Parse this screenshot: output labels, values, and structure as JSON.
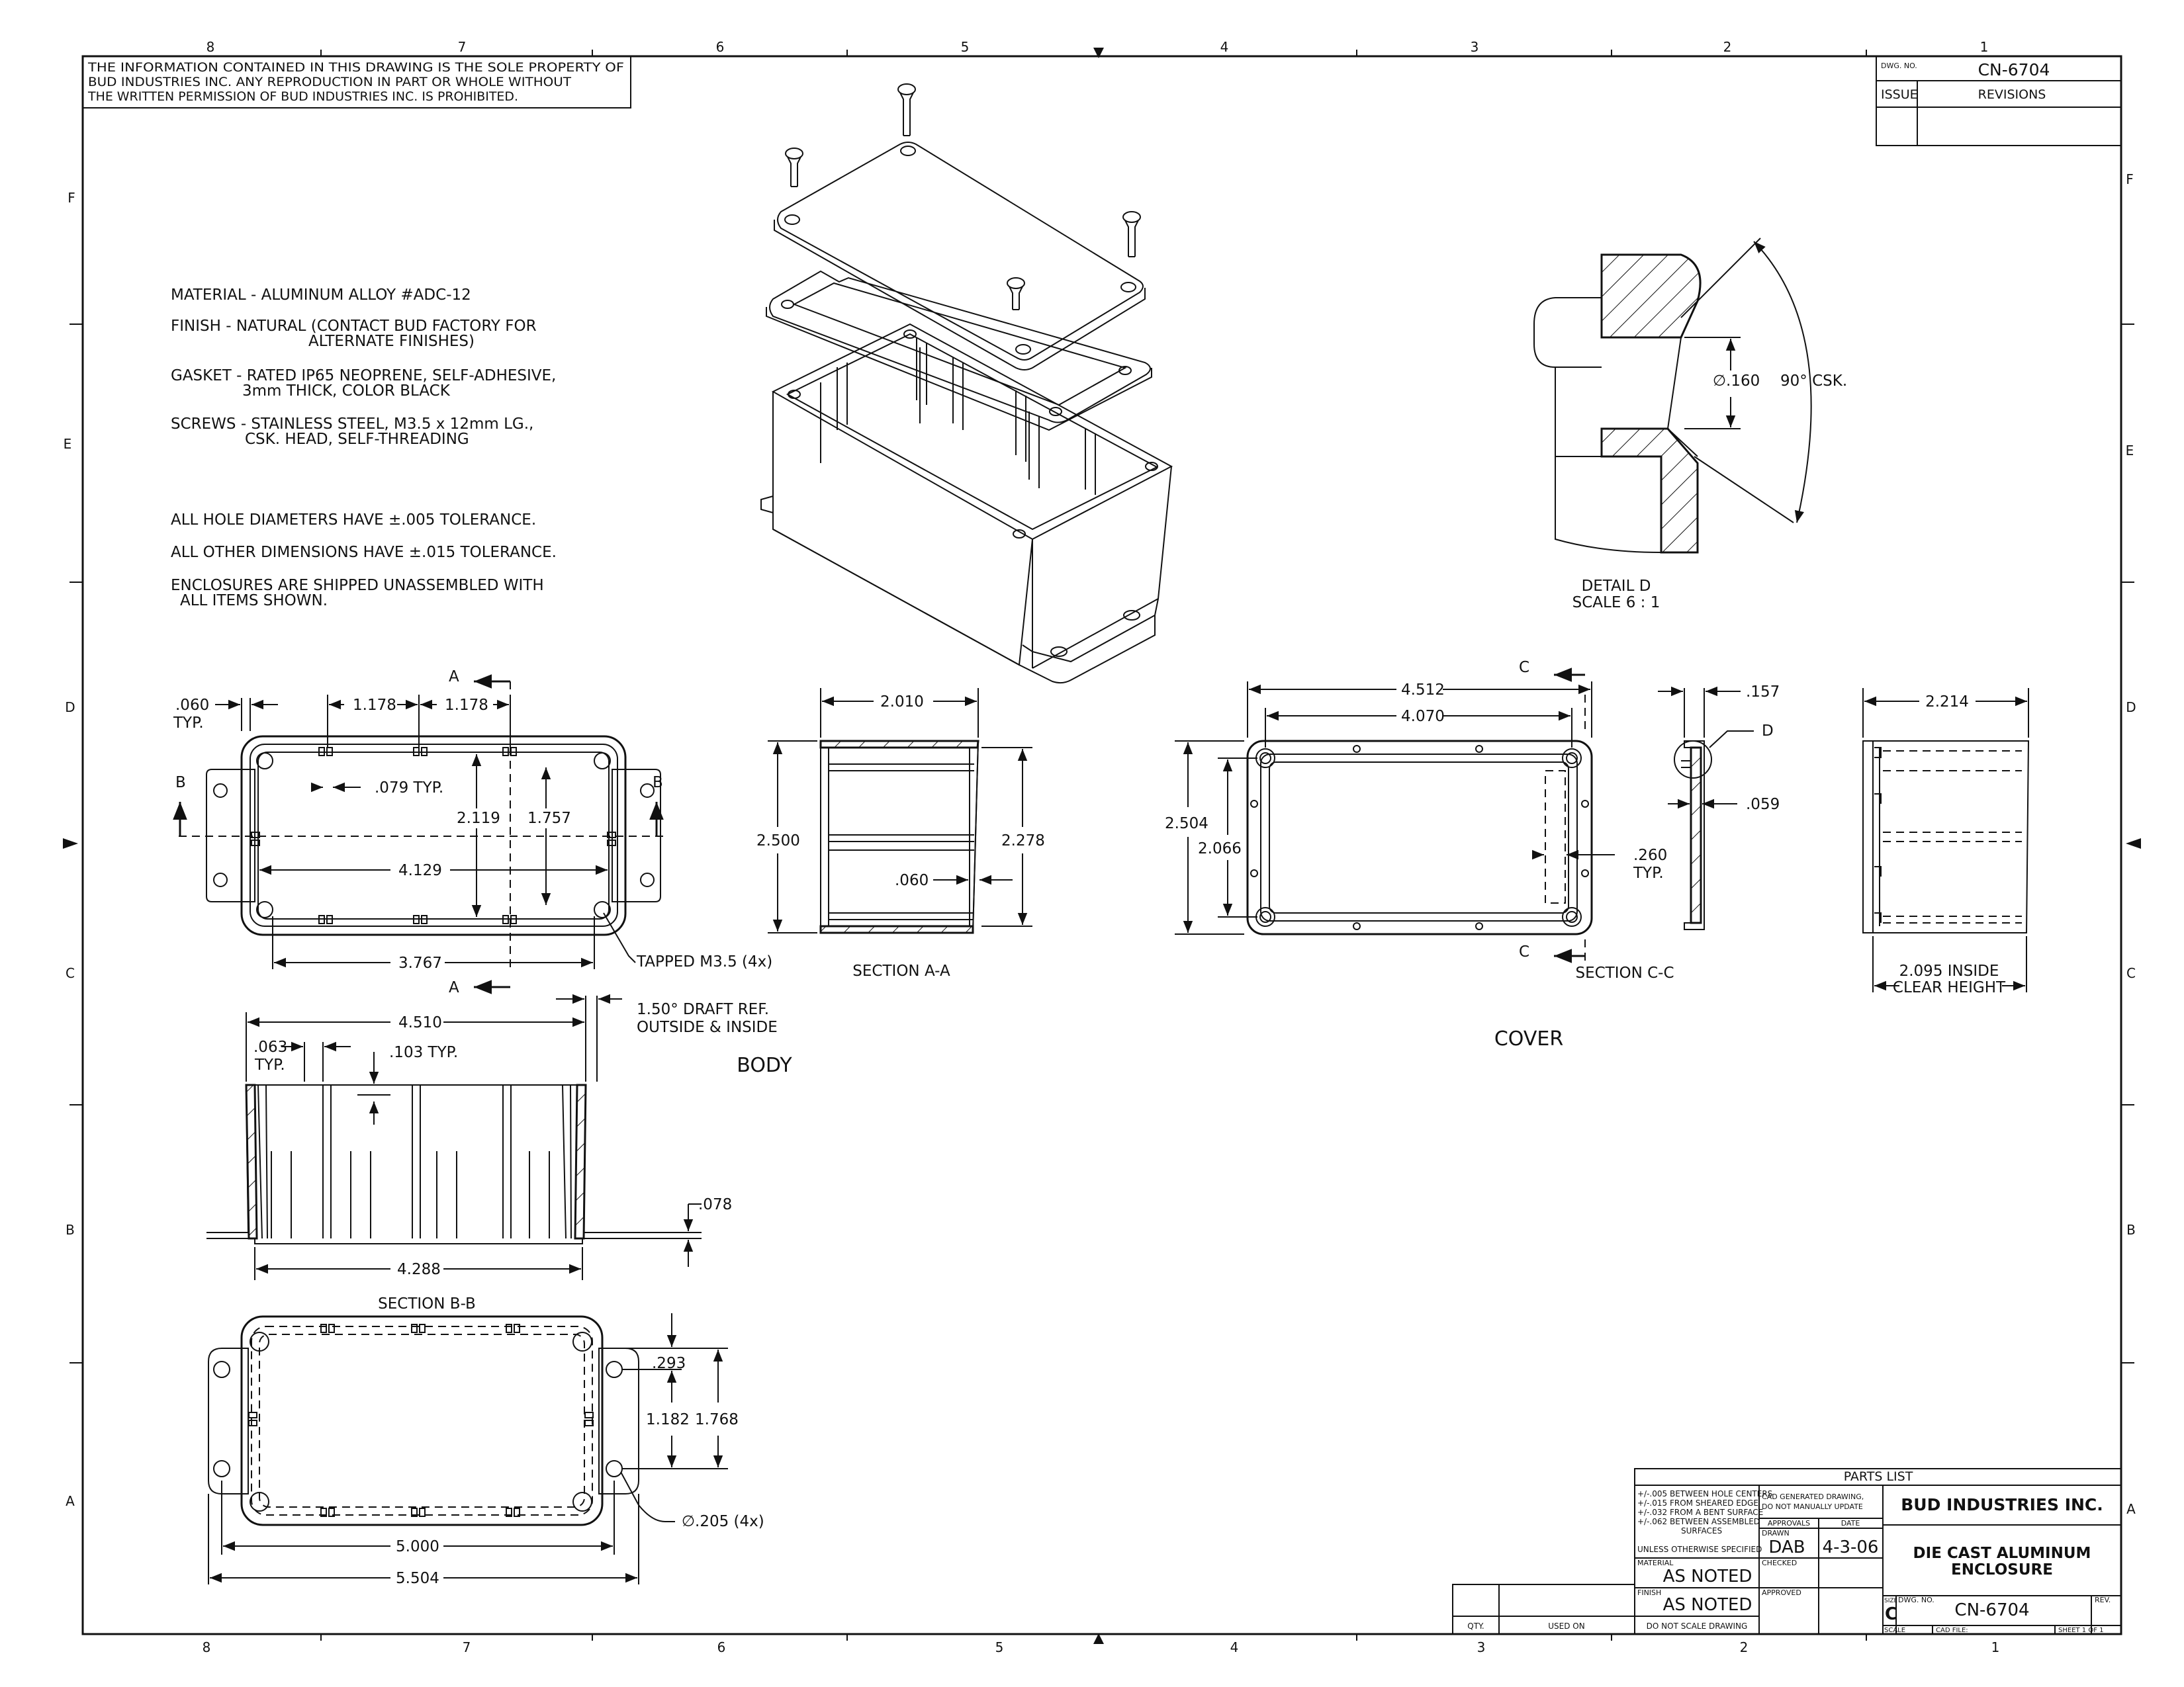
{
  "border": {
    "top_zones": [
      "8",
      "7",
      "6",
      "5",
      "4",
      "3",
      "2",
      "1"
    ],
    "bottom_zones": [
      "8",
      "7",
      "6",
      "5",
      "4",
      "3",
      "2",
      "1"
    ],
    "row_zones": [
      "F",
      "E",
      "D",
      "C",
      "B",
      "A"
    ]
  },
  "notice": {
    "lines": [
      "THE INFORMATION CONTAINED IN THIS DRAWING IS THE SOLE PROPERTY OF",
      "BUD INDUSTRIES INC. ANY REPRODUCTION IN PART OR WHOLE WITHOUT",
      "THE WRITTEN PERMISSION OF BUD INDUSTRIES INC. IS PROHIBITED."
    ]
  },
  "revision_block": {
    "dwg_label": "DWG. NO.",
    "dwg_no": "CN-6704",
    "issue_label": "ISSUE",
    "revisions_label": "REVISIONS"
  },
  "notes": {
    "material_1": "MATERIAL - ALUMINUM ALLOY #ADC-12",
    "finish_1": "FINISH - NATURAL  (CONTACT BUD FACTORY FOR",
    "finish_2": "ALTERNATE FINISHES)",
    "gasket_1": "GASKET - RATED IP65 NEOPRENE, SELF-ADHESIVE,",
    "gasket_2": "3mm THICK, COLOR BLACK",
    "screws_1": "SCREWS - STAINLESS STEEL, M3.5 x 12mm LG.,",
    "screws_2": "CSK. HEAD, SELF-THREADING",
    "tol_hole": "ALL HOLE DIAMETERS HAVE ±.005 TOLERANCE.",
    "tol_other": "ALL OTHER DIMENSIONS HAVE ±.015 TOLERANCE.",
    "shipped_1": "ENCLOSURES ARE SHIPPED UNASSEMBLED WITH",
    "shipped_2": "ALL ITEMS SHOWN."
  },
  "body_top_view": {
    "d_060": ".060",
    "d_typ": "TYP.",
    "d_1178a": "1.178",
    "d_1178b": "1.178",
    "d_079": ".079 TYP.",
    "d_2119": "2.119",
    "d_1757": "1.757",
    "d_4129": "4.129",
    "d_3767": "3.767",
    "tapped": "TAPPED M3.5 (4x)",
    "label_a_top": "A",
    "label_a_bottom": "A",
    "label_b_left": "B",
    "label_b_right": "B"
  },
  "section_bb": {
    "d_4510": "4.510",
    "draft_1": "1.50° DRAFT REF.",
    "draft_2": "OUTSIDE & INSIDE",
    "d_063": ".063",
    "d_typ": "TYP.",
    "d_103": ".103 TYP.",
    "d_078": ".078",
    "d_4288": "4.288",
    "title": "SECTION B-B"
  },
  "body_label": "BODY",
  "body_bottom_view": {
    "d_293": ".293",
    "d_1182": "1.182",
    "d_1768": "1.768",
    "d_205": "∅.205 (4x)",
    "d_5000": "5.000",
    "d_5504": "5.504"
  },
  "section_aa": {
    "d_2010": "2.010",
    "d_2500": "2.500",
    "d_2278": "2.278",
    "d_060": ".060",
    "title": "SECTION A-A"
  },
  "detail_d": {
    "d_160": "∅.160",
    "d_csk": "90° CSK.",
    "title_1": "DETAIL D",
    "title_2": "SCALE 6 : 1"
  },
  "cover_view": {
    "d_4512": "4.512",
    "d_4070": "4.070",
    "d_2504": "2.504",
    "d_2066": "2.066",
    "d_260": ".260",
    "d_typ": "TYP.",
    "label_c_top": "C",
    "label_c_bottom": "C"
  },
  "section_cc": {
    "d_157": ".157",
    "d_059": ".059",
    "label_d": "D",
    "title": "SECTION C-C"
  },
  "cover_label": "COVER",
  "side_view": {
    "d_2214": "2.214",
    "inside_1": "2.095 INSIDE",
    "inside_2": "CLEAR HEIGHT"
  },
  "title_block": {
    "parts_list": "PARTS  LIST",
    "tol_1": "+/-.005 BETWEEN HOLE CENTERS",
    "tol_2": "+/-.015 FROM SHEARED EDGE",
    "tol_3": "+/-.032 FROM A BENT SURFACE",
    "tol_4": "+/-.062 BETWEEN ASSEMBLED",
    "tol_5": "SURFACES",
    "tol_6": "UNLESS OTHERWISE SPECIFIED",
    "cad_1": "CAD GENERATED DRAWING,",
    "cad_2": "DO  NOT MANUALLY UPDATE",
    "approvals": "APPROVALS",
    "date": "DATE",
    "drawn_label": "DRAWN",
    "drawn": "DAB",
    "drawn_date": "4-3-06",
    "checked_label": "CHECKED",
    "approved_label": "APPROVED",
    "material_label": "MATERIAL",
    "material": "AS NOTED",
    "finish_label": "FINISH",
    "finish": "AS NOTED",
    "company": "BUD INDUSTRIES INC.",
    "title_1": "DIE CAST ALUMINUM",
    "title_2": "ENCLOSURE",
    "size_label": "SIZE",
    "size": "C",
    "dwg_label": "DWG.  NO.",
    "dwg_no": "CN-6704",
    "rev_label": "REV.",
    "scale_label": "SCALE",
    "cad_file_label": "CAD  FILE:",
    "sheet": "SHEET  1  OF  1",
    "qty": "QTY.",
    "used_on": "USED ON",
    "do_not_scale": "DO  NOT SCALE DRAWING"
  }
}
